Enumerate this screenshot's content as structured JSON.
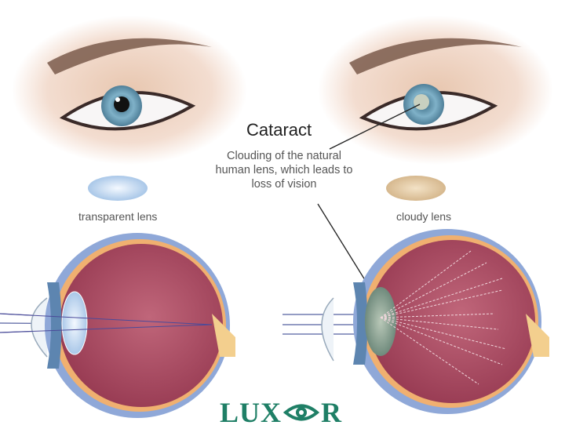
{
  "diagram": {
    "title": "Cataract",
    "description_lines": [
      "Clouding of the natural",
      "human lens, which leads to",
      "loss of vision"
    ],
    "left_panel": {
      "lens_label": "transparent lens",
      "eye_state": "healthy"
    },
    "right_panel": {
      "lens_label": "cloudy lens",
      "eye_state": "cataract"
    },
    "logo": {
      "prefix": "LUX",
      "suffix": "R",
      "icon": "eye-in-hands-icon"
    },
    "colors": {
      "logo_green": "#1f7f66",
      "eyeball_interior": "#a8475e",
      "sclera_blue": "#8fa8d8",
      "retina_orange": "#f0b070",
      "optic_nerve": "#f3cf8e",
      "clear_lens": "#dbe9f7",
      "cloudy_lens": "#8fa595"
    }
  }
}
